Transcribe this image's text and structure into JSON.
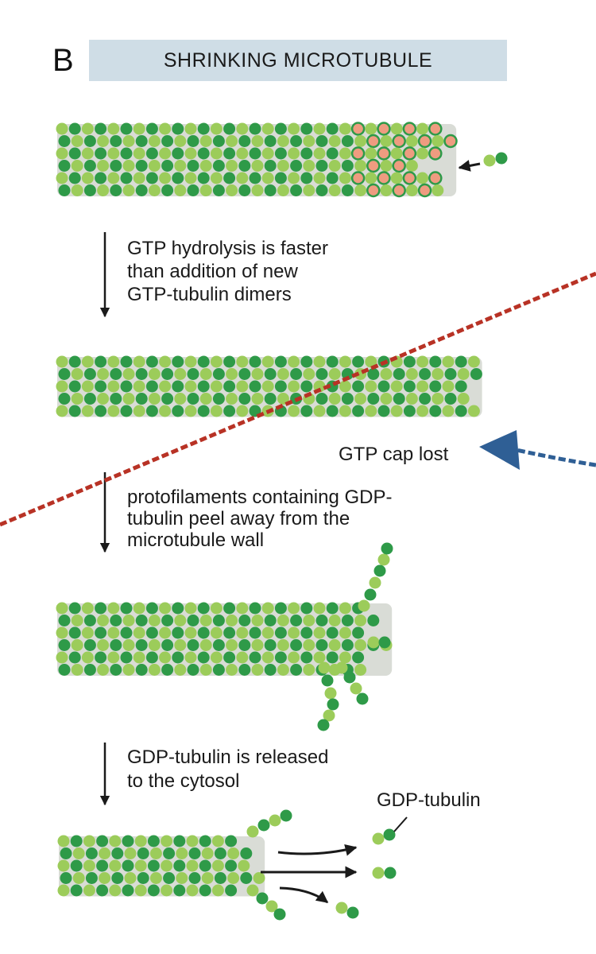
{
  "panel": {
    "letter": "B",
    "title": "SHRINKING MICROTUBULE"
  },
  "steps": [
    {
      "lines": [
        "GTP hydrolysis is faster",
        "than addition of new",
        "GTP-tubulin dimers"
      ]
    },
    {
      "lines": [
        "protofilaments containing GDP-",
        "tubulin peel away from the",
        "microtubule wall"
      ]
    },
    {
      "lines": [
        "GDP-tubulin is released",
        "to the cytosol"
      ]
    }
  ],
  "labels": {
    "gtp_cap_lost": "GTP cap lost",
    "gdp_tubulin": "GDP-tubulin"
  },
  "colors": {
    "title_bg": "#cfdde6",
    "tubulin_light": "#9ccc5a",
    "tubulin_dark": "#2e9a48",
    "gtp_cap": "#ee9c80",
    "arrow": "#1a1a1a",
    "red_dashed_line": "#b83225",
    "blue_dashed_arrow": "#2f5f95"
  },
  "icons": [
    "down-arrow-icon",
    "left-arrow-icon",
    "curved-arrow-icon",
    "blue-arrowhead-icon"
  ]
}
